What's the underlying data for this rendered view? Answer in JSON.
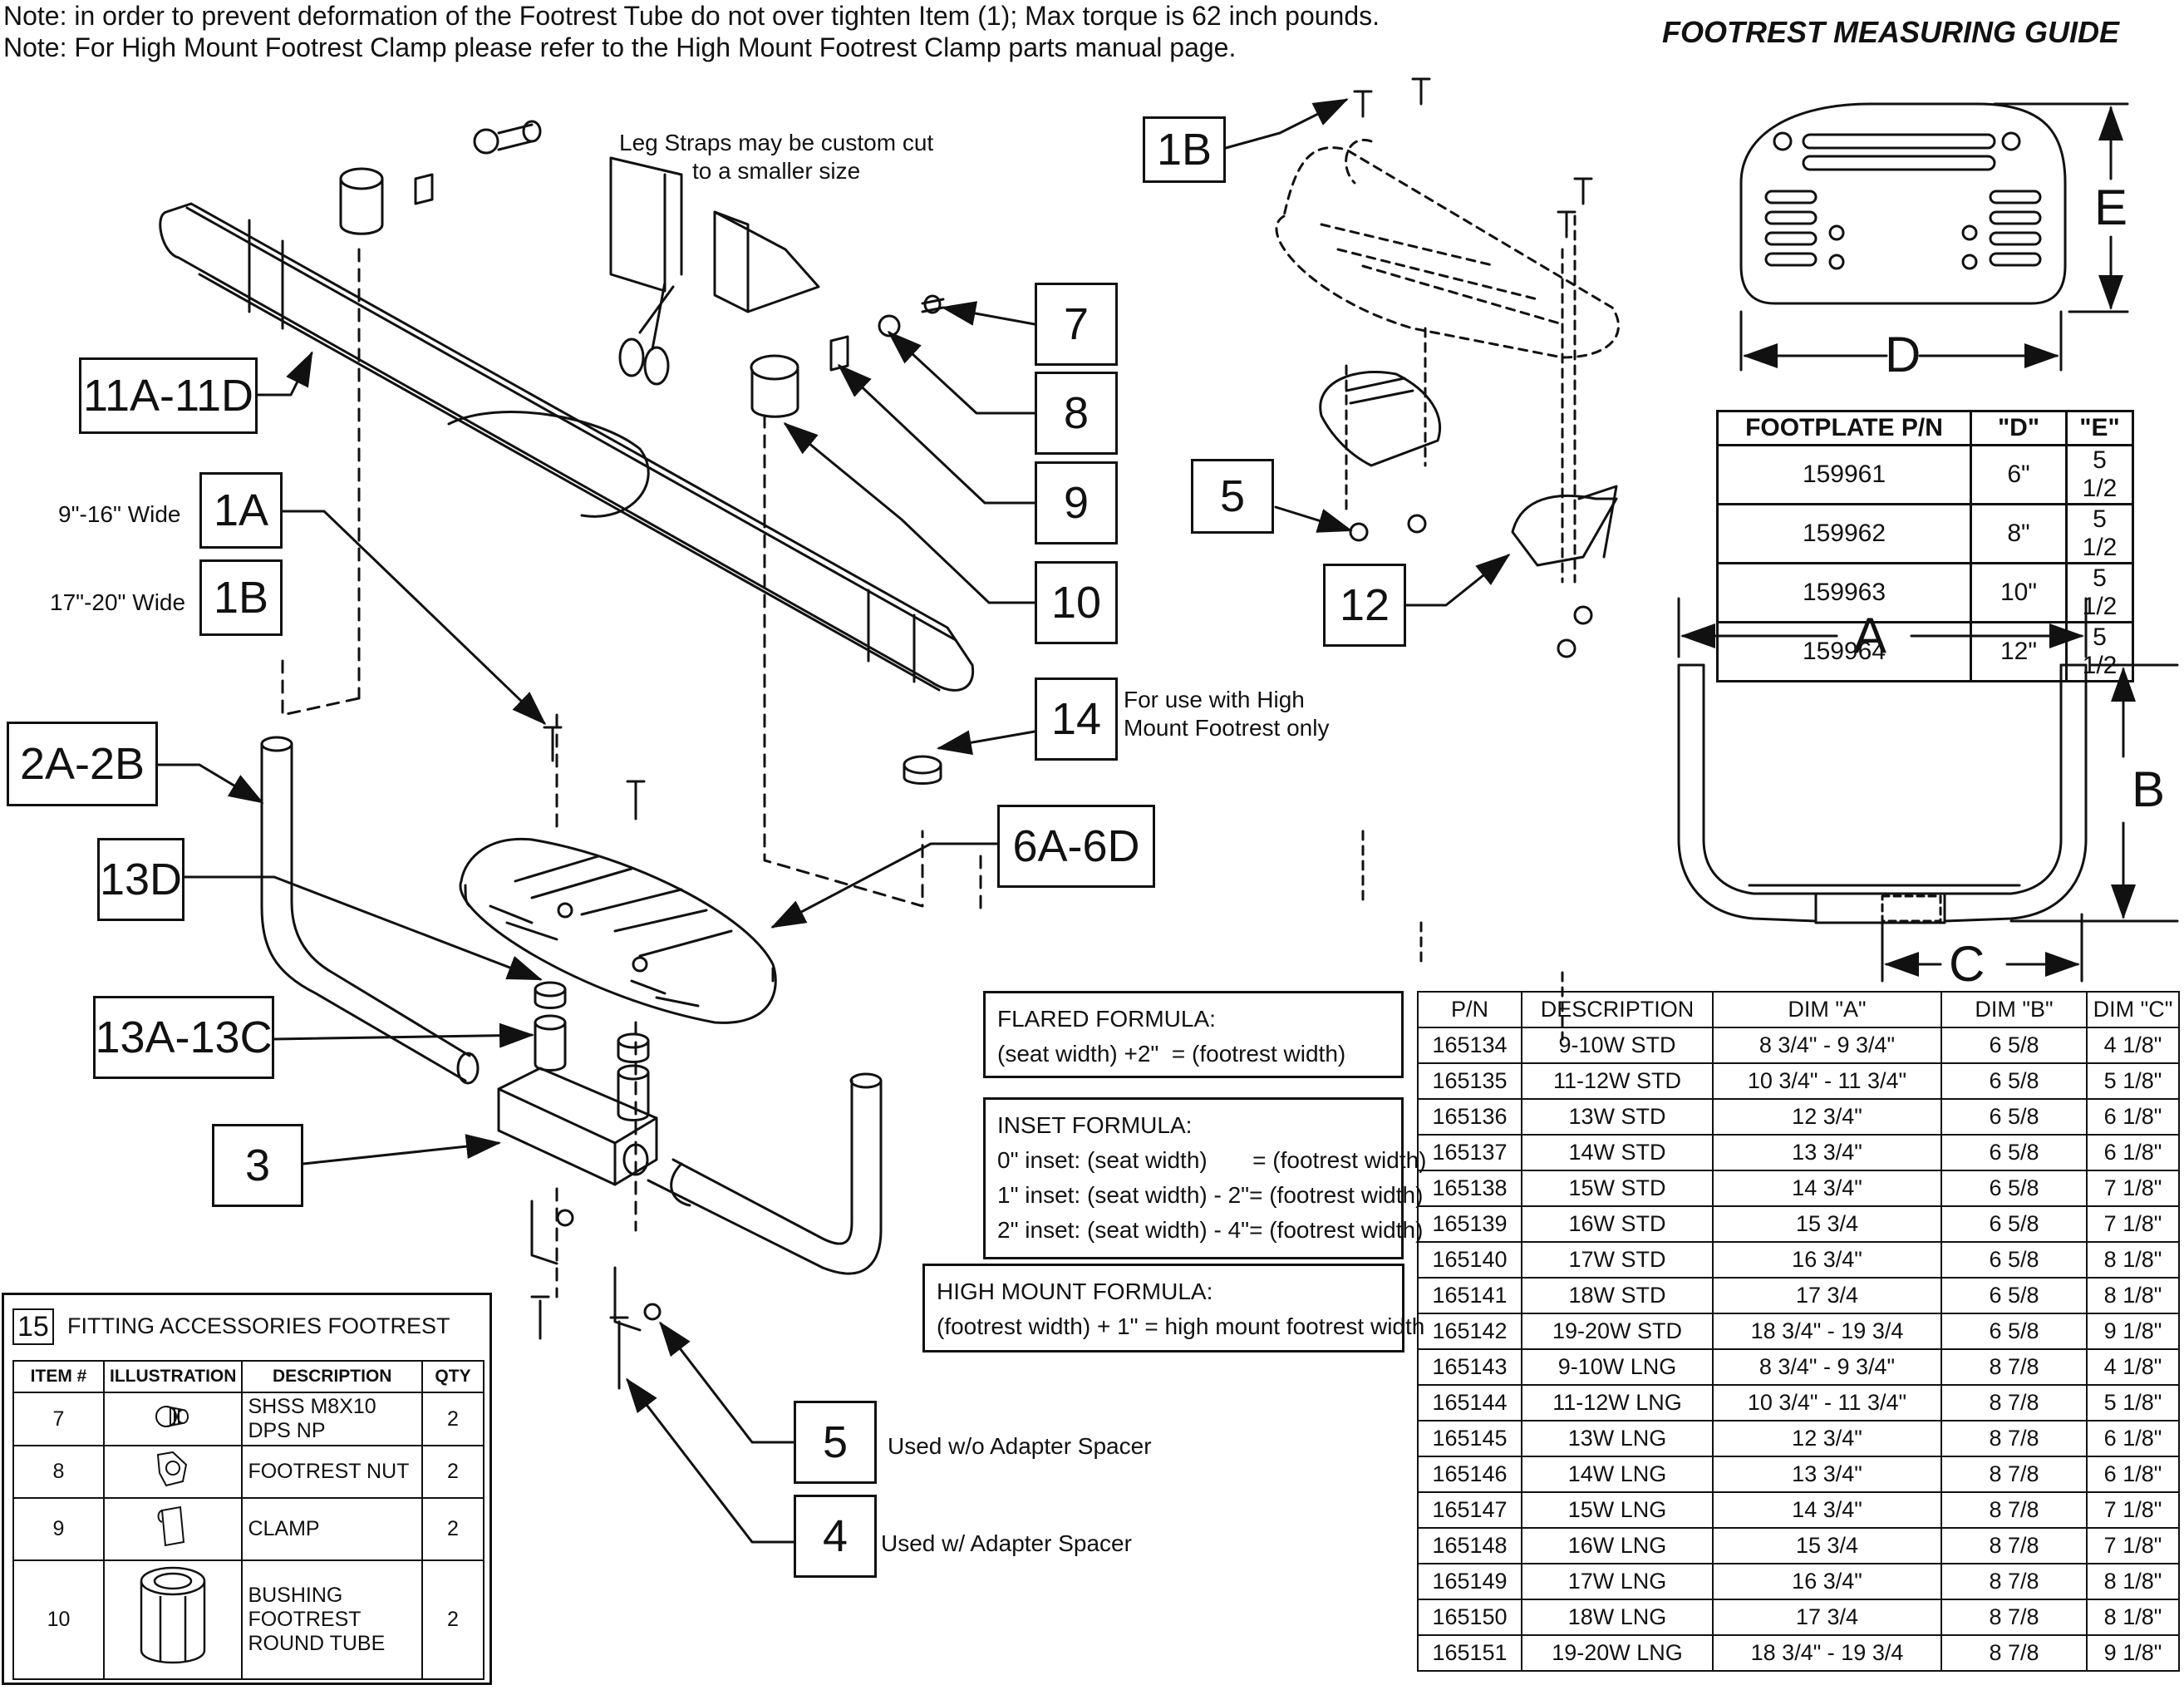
{
  "notes": [
    "Note: in order to prevent deformation of the Footrest Tube do not over tighten Item (1); Max torque is 62 inch pounds.",
    "Note: For High Mount Footrest Clamp please refer to the High Mount Footrest Clamp parts manual page."
  ],
  "guide_title": "FOOTREST MEASURING GUIDE",
  "callouts": {
    "c1B_top": "1B",
    "c7": "7",
    "c8": "8",
    "c9": "9",
    "c10": "10",
    "c11": "11A-11D",
    "c1A": "1A",
    "c1B": "1B",
    "c2": "2A-2B",
    "c13D": "13D",
    "c13A": "13A-13C",
    "c3": "3",
    "c14": "14",
    "c6": "6A-6D",
    "c5_top": "5",
    "c12": "12",
    "c5": "5",
    "c4": "4"
  },
  "labels": {
    "leg_straps": "Leg Straps may be custom cut\nto a smaller size",
    "wide_1a": "9\"-16\" Wide",
    "wide_1b": "17\"-20\" Wide",
    "high_mount_note": "For use with High\nMount Footrest only",
    "used_wo": "Used w/o Adapter Spacer",
    "used_w": "Used w/ Adapter Spacer"
  },
  "dims": {
    "A": "A",
    "B": "B",
    "C": "C",
    "D": "D",
    "E": "E"
  },
  "footplate_table": {
    "headers": [
      "FOOTPLATE P/N",
      "\"D\"",
      "\"E\""
    ],
    "rows": [
      [
        "159961",
        "6\"",
        "5 1/2"
      ],
      [
        "159962",
        "8\"",
        "5 1/2"
      ],
      [
        "159963",
        "10\"",
        "5 1/2"
      ],
      [
        "159964",
        "12\"",
        "5 1/2"
      ]
    ]
  },
  "formulas": {
    "flared": "FLARED FORMULA:\n(seat width) +2\"  = (footrest width)",
    "inset": "INSET FORMULA:\n0\" inset: (seat width)       = (footrest width)\n1\" inset: (seat width) - 2\"= (footrest width)\n2\" inset: (seat width) - 4\"= (footrest width)",
    "high_mount": "HIGH MOUNT FORMULA:\n(footrest width) + 1\" = high mount footrest width"
  },
  "dim_table": {
    "headers": [
      "P/N",
      "DESCRIPTION",
      "DIM \"A\"",
      "DIM \"B\"",
      "DIM \"C\""
    ],
    "rows": [
      [
        "165134",
        "9-10W STD",
        "8 3/4\" - 9 3/4\"",
        "6 5/8",
        "4 1/8\""
      ],
      [
        "165135",
        "11-12W STD",
        "10 3/4\" - 11 3/4\"",
        "6 5/8",
        "5 1/8\""
      ],
      [
        "165136",
        "13W STD",
        "12 3/4\"",
        "6 5/8",
        "6 1/8\""
      ],
      [
        "165137",
        "14W STD",
        "13 3/4\"",
        "6 5/8",
        "6 1/8\""
      ],
      [
        "165138",
        "15W STD",
        "14 3/4\"",
        "6 5/8",
        "7 1/8\""
      ],
      [
        "165139",
        "16W STD",
        "15 3/4",
        "6 5/8",
        "7 1/8\""
      ],
      [
        "165140",
        "17W STD",
        "16 3/4\"",
        "6 5/8",
        "8 1/8\""
      ],
      [
        "165141",
        "18W STD",
        "17 3/4",
        "6 5/8",
        "8 1/8\""
      ],
      [
        "165142",
        "19-20W STD",
        "18 3/4\" - 19 3/4",
        "6 5/8",
        "9 1/8\""
      ],
      [
        "165143",
        "9-10W LNG",
        "8 3/4\" - 9 3/4\"",
        "8 7/8",
        "4 1/8\""
      ],
      [
        "165144",
        "11-12W LNG",
        "10 3/4\" - 11 3/4\"",
        "8 7/8",
        "5 1/8\""
      ],
      [
        "165145",
        "13W LNG",
        "12 3/4\"",
        "8 7/8",
        "6 1/8\""
      ],
      [
        "165146",
        "14W LNG",
        "13 3/4\"",
        "8 7/8",
        "6 1/8\""
      ],
      [
        "165147",
        "15W LNG",
        "14 3/4\"",
        "8 7/8",
        "7 1/8\""
      ],
      [
        "165148",
        "16W LNG",
        "15 3/4",
        "8 7/8",
        "7 1/8\""
      ],
      [
        "165149",
        "17W LNG",
        "16 3/4\"",
        "8 7/8",
        "8 1/8\""
      ],
      [
        "165150",
        "18W LNG",
        "17 3/4",
        "8 7/8",
        "8 1/8\""
      ],
      [
        "165151",
        "19-20W LNG",
        "18 3/4\" - 19 3/4",
        "8 7/8",
        "9 1/8\""
      ]
    ]
  },
  "fitting": {
    "number": "15",
    "title": "FITTING ACCESSORIES FOOTREST",
    "headers": [
      "ITEM #",
      "ILLUSTRATION",
      "DESCRIPTION",
      "QTY"
    ],
    "rows": [
      {
        "item": "7",
        "desc": "SHSS M8X10\nDPS NP",
        "qty": "2",
        "icon": "screw-icon"
      },
      {
        "item": "8",
        "desc": "FOOTREST NUT",
        "qty": "2",
        "icon": "footrest-nut-icon"
      },
      {
        "item": "9",
        "desc": "CLAMP",
        "qty": "2",
        "icon": "clamp-icon"
      },
      {
        "item": "10",
        "desc": "BUSHING\nFOOTREST\nROUND TUBE",
        "qty": "2",
        "icon": "bushing-icon"
      }
    ]
  }
}
